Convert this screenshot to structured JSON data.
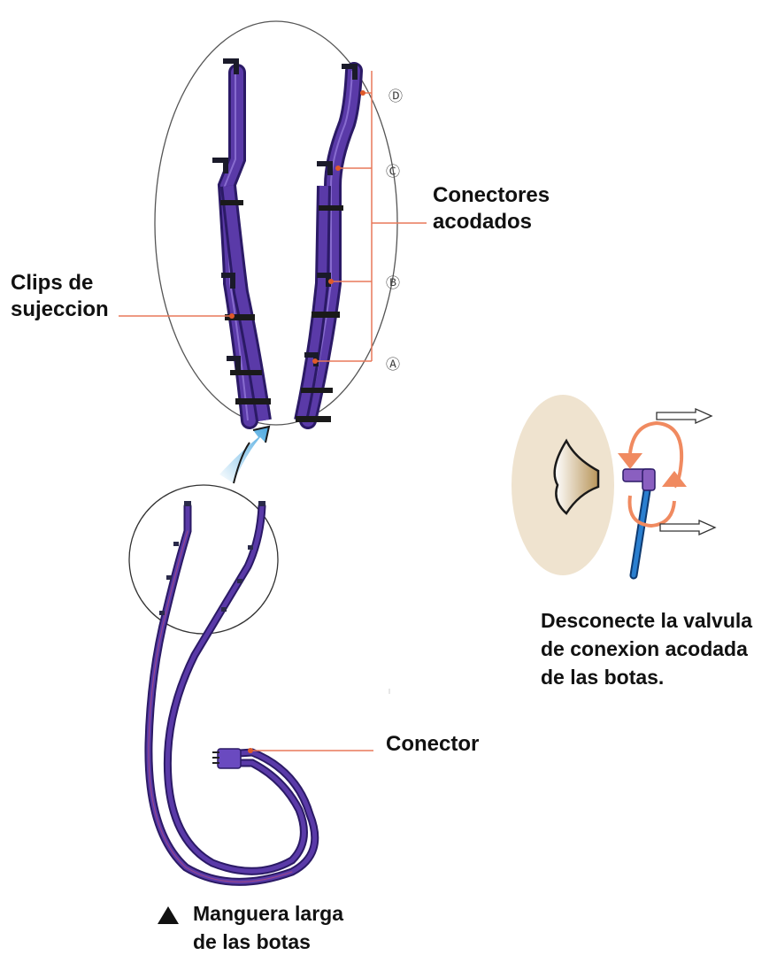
{
  "colors": {
    "hose": "#5a3aa8",
    "hose_dark": "#2b1a66",
    "hose_stripe": "#c0507a",
    "leader": "#e8795a",
    "leader_dot": "#e05a2a",
    "skin": "#efe3cf",
    "blue_tube": "#1f6fb8",
    "valve": "#8a5fc0",
    "arrow_orange": "#f08a60",
    "arrow_blue": "#7ec8ee"
  },
  "labels": {
    "clips": {
      "line1": "Clips de",
      "line2": "sujeccion"
    },
    "elbow_connectors": {
      "line1": "Conectores",
      "line2": "acodados"
    },
    "connector": "Conector",
    "disconnect": {
      "line1": "Desconecte la valvula",
      "line2": "de conexion acodada",
      "line3": "de las botas."
    },
    "caption": {
      "marker": "▲",
      "line1": "Manguera larga",
      "line2": "de las botas"
    }
  },
  "markers": [
    "Ⓐ",
    "Ⓑ",
    "Ⓒ",
    "Ⓓ"
  ],
  "icons": [
    "up-right-curved-arrow-icon",
    "rotate-arrows-icon",
    "pull-arrow-icon"
  ]
}
